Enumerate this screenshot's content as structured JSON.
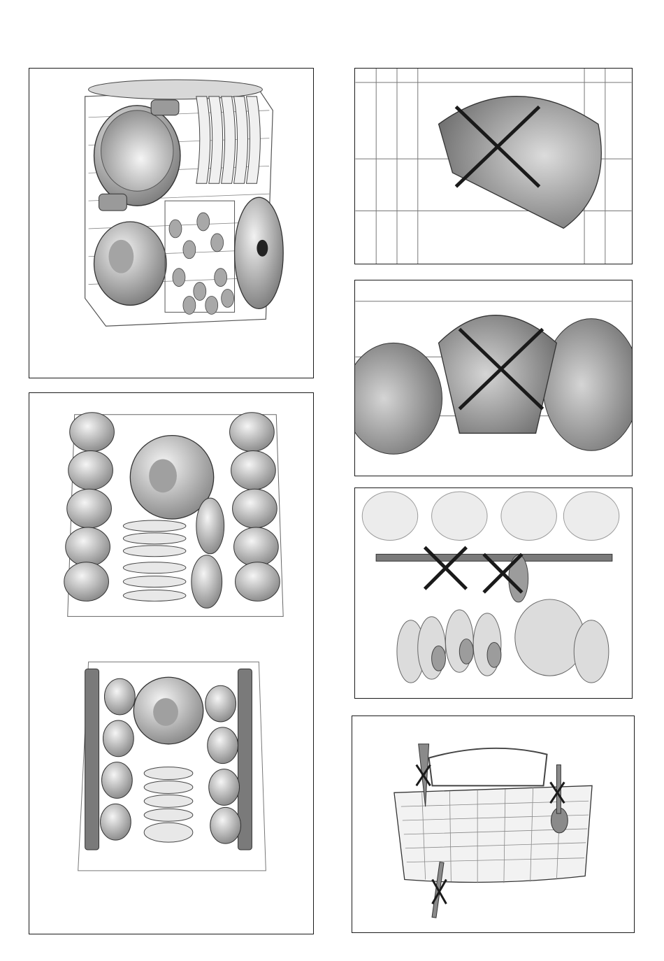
{
  "panels": [
    {
      "name": "lower-basket-loading-example",
      "icon": "dishwasher-lower-rack-icon"
    },
    {
      "name": "upper-basket-cups-plates",
      "icon": "dishwasher-upper-rack-icon"
    },
    {
      "name": "upper-basket-adjustable-racks",
      "icon": "dishwasher-upper-rack-folding-icon"
    },
    {
      "name": "incorrect-bowl-blocking-rack",
      "icon": "cross-mark-icon"
    },
    {
      "name": "incorrect-bowl-tilted",
      "icon": "cross-mark-icon"
    },
    {
      "name": "incorrect-spray-arm-blocked",
      "icon": "cross-mark-icon"
    },
    {
      "name": "cutlery-basket-incorrect-placement",
      "icon": "cutlery-basket-icon"
    }
  ],
  "colors": {
    "line": "#1a1a1a",
    "fill_dark": "#8a8a8a",
    "fill_mid": "#b9b9b9",
    "fill_light": "#e4e4e4",
    "wire": "#6c6c6c"
  }
}
